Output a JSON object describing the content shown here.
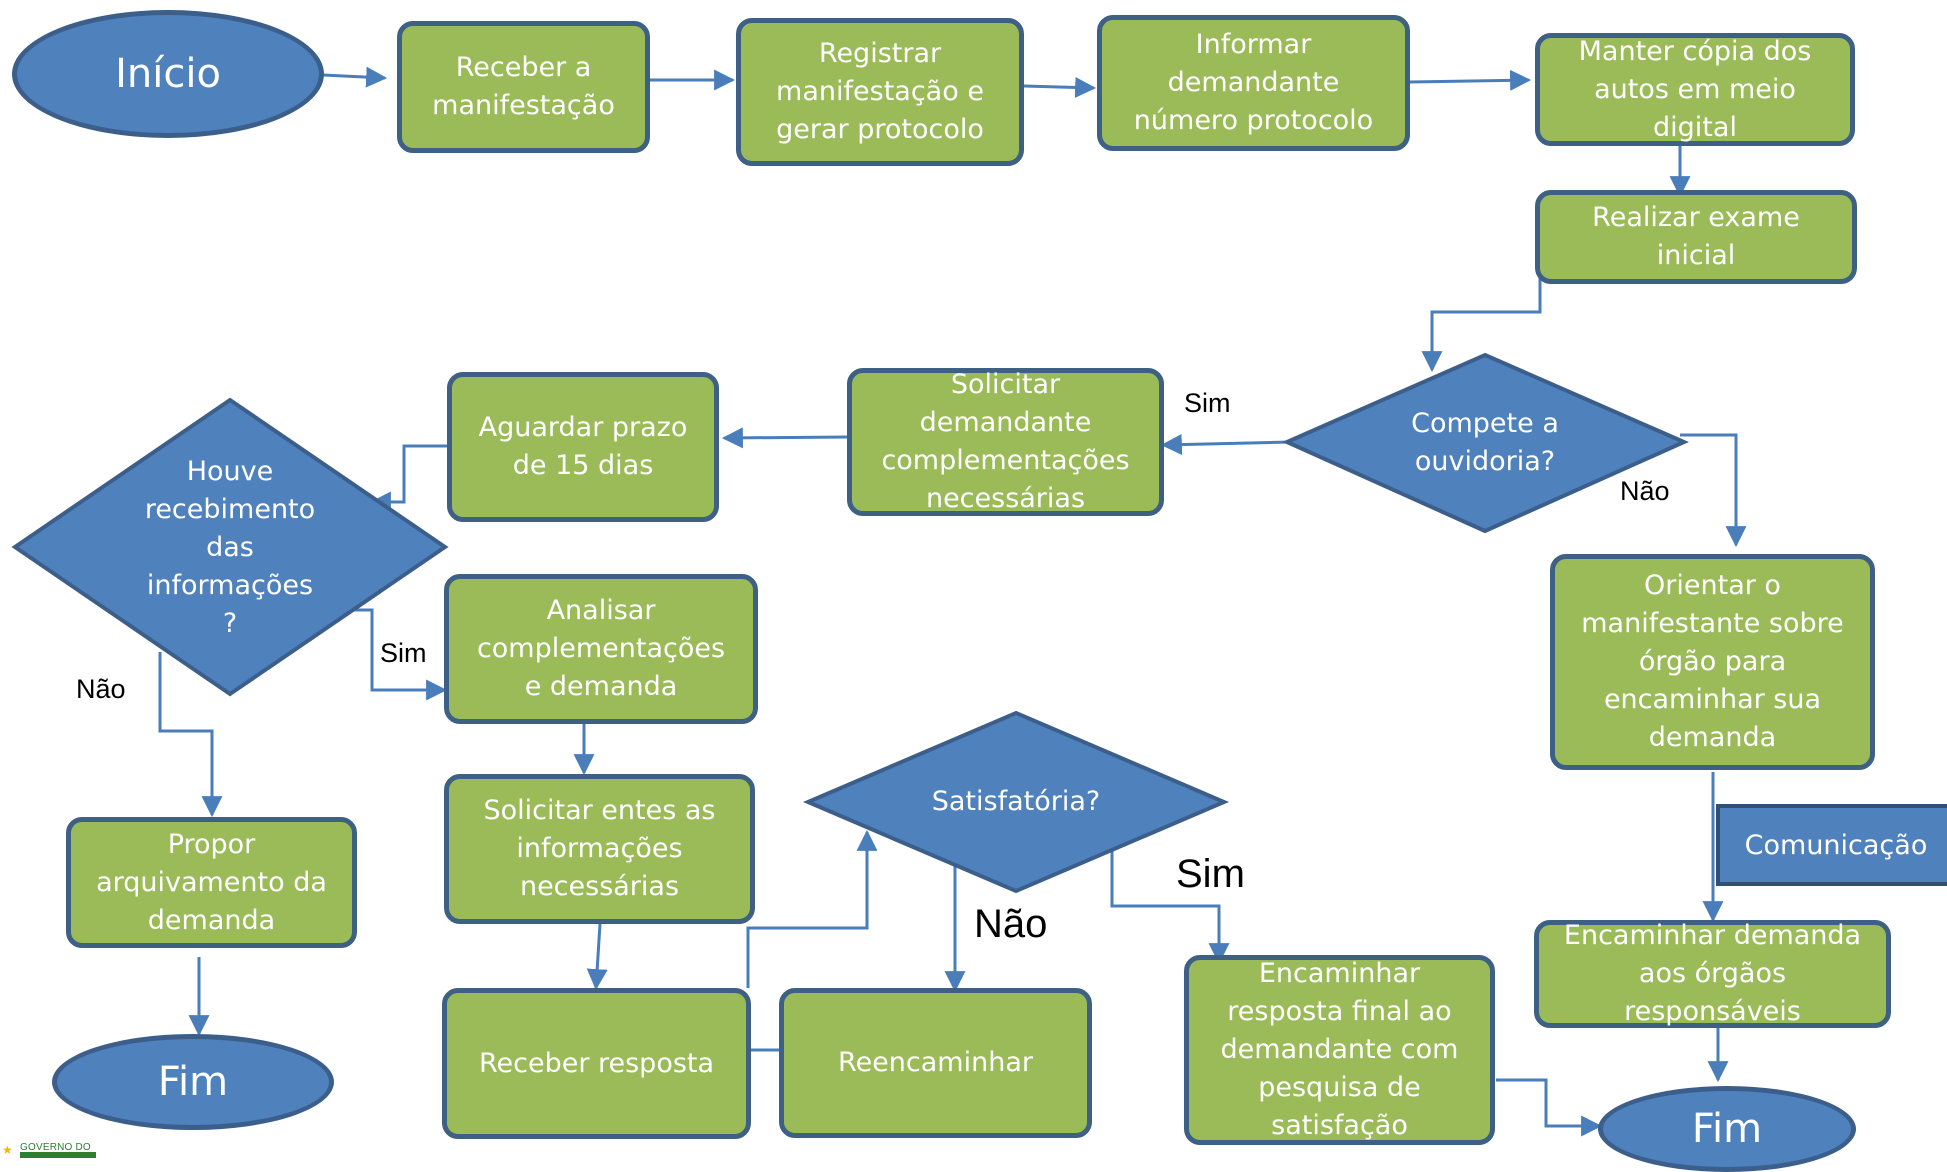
{
  "diagram": {
    "start_label": "Início",
    "end_label": "Fim",
    "steps": {
      "receber": "Receber a\nmanifestação",
      "registrar": "Registrar\nmanifestação e\ngerar protocolo",
      "informar": "Informar\ndemandante\nnúmero protocolo",
      "manter": "Manter cópia dos\nautos em meio\ndigital",
      "exame": "Realizar exame\ninicial",
      "solicitar_demandante": "Solicitar\ndemandante\ncomplementações\nnecessárias",
      "aguardar": "Aguardar prazo\nde 15 dias",
      "analisar": "Analisar\ncomplementações\ne demanda",
      "solicitar_entes": "Solicitar entes as\ninformações\nnecessárias",
      "propor": "Propor\narquivamento da\ndemanda",
      "receber_resposta": "Receber  resposta",
      "reencaminhar": "Reencaminhar",
      "encaminhar_resposta": "Encaminhar\nresposta final ao\ndemandante com\npesquisa de\nsatisfação",
      "orientar": "Orientar o\nmanifestante sobre\nórgão para\nencaminhar sua\ndemanda",
      "encaminhar_orgaos": "Encaminhar demanda\naos órgãos\nresponsáveis"
    },
    "decisions": {
      "compete": "Compete a\nouvidoria?",
      "houve": "Houve\nrecebimento\ndas\ninformações\n?",
      "satisfatoria": "Satisfatória?"
    },
    "labels": {
      "sim": "Sim",
      "nao": "Não"
    },
    "comunicacao": "Comunicação",
    "logo_text": "GOVERNO DO",
    "colors": {
      "process_fill": "#9bbb59",
      "process_border": "#3e6085",
      "terminal_fill": "#4f81bd",
      "decision_fill": "#4f81bd",
      "connector": "#4a7ebb"
    }
  }
}
